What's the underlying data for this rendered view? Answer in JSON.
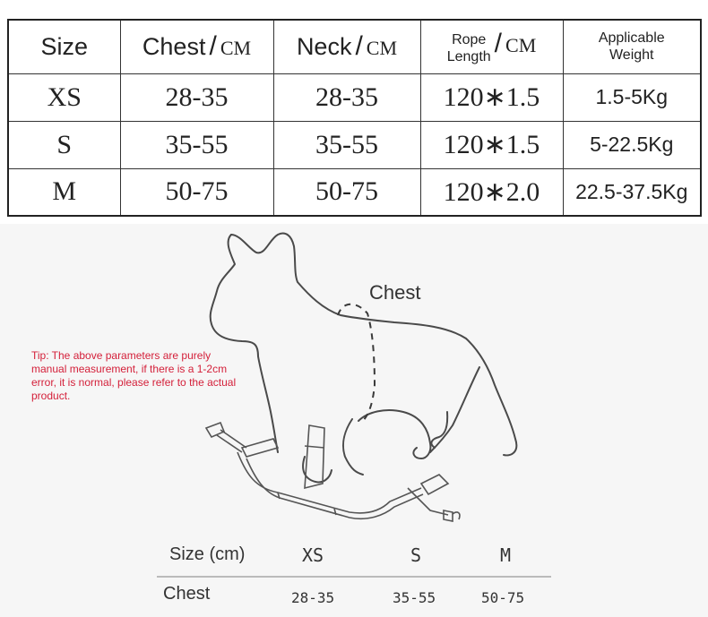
{
  "size_table": {
    "headers": {
      "size": "Size",
      "chest": {
        "label": "Chest",
        "slash": "/",
        "unit": "CM"
      },
      "neck": {
        "label": "Neck",
        "slash": "/",
        "unit": "CM"
      },
      "rope": {
        "label_line1": "Rope",
        "label_line2": "Length",
        "slash": "/",
        "unit": "CM"
      },
      "weight": {
        "label_line1": "Applicable",
        "label_line2": "Weight"
      }
    },
    "rows": [
      {
        "size": "XS",
        "chest": "28-35",
        "neck": "28-35",
        "rope": "120∗1.5",
        "weight": "1.5-5Kg"
      },
      {
        "size": "S",
        "chest": "35-55",
        "neck": "35-55",
        "rope": "120∗1.5",
        "weight": "5-22.5Kg"
      },
      {
        "size": "M",
        "chest": "50-75",
        "neck": "50-75",
        "rope": "120∗2.0",
        "weight": "22.5-37.5Kg"
      }
    ]
  },
  "illustration": {
    "chest_label": "Chest",
    "tip": "Tip: The above parameters are purely manual measurement, if there is a 1-2cm error, it is normal, please refer to the actual product."
  },
  "mini_table": {
    "header_label": "Size (cm)",
    "sizes": [
      "XS",
      "S",
      "M"
    ],
    "row_label": "Chest",
    "values": [
      "28-35",
      "35-55",
      "50-75"
    ]
  },
  "colors": {
    "tip_red": "#d4203a",
    "border": "#222222",
    "illustration_bg": "#f6f6f6"
  }
}
